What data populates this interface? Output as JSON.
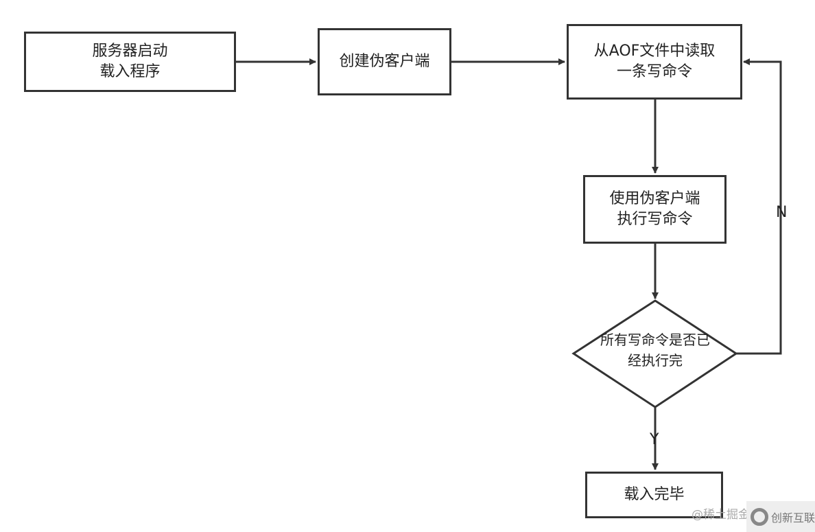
{
  "nodes": {
    "start": "服务器启动\n载入程序",
    "create_client": "创建伪客户端",
    "read_command": "从AOF文件中读取\n一条写命令",
    "execute": "使用伪客户端\n执行写命令",
    "decision": "所有写命令是否已\n经执行完",
    "done": "载入完毕"
  },
  "edges": {
    "yes_label": "Y",
    "no_label": "N"
  },
  "watermark": {
    "source": "@稀土掘金",
    "logo_text": "创新互联"
  },
  "colors": {
    "stroke": "#333333"
  }
}
